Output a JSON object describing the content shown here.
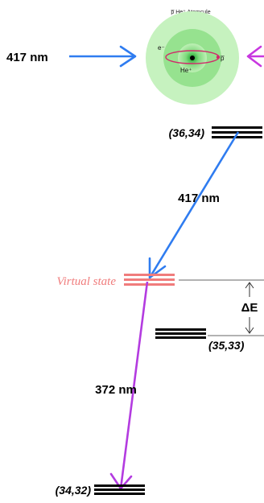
{
  "atom": {
    "title": "p̅ He⁺ Atomcule",
    "electron": "e⁻",
    "helium_ion": "He⁺",
    "antiproton": "p̅"
  },
  "laser_left": {
    "label": "417 nm",
    "color": "#2f7cf0"
  },
  "laser_right": {
    "color": "#c837e0"
  },
  "levels": {
    "upper": "(36,34)",
    "middle": "(35,33)",
    "lower": "(34,32)"
  },
  "transitions": {
    "first": {
      "label": "417 nm",
      "color": "#2f7cf0"
    },
    "second": {
      "label": "372 nm",
      "color": "#b33be0"
    }
  },
  "virtual_state": {
    "label": "Virtual state",
    "color": "#f07c7c"
  },
  "detuning": {
    "label": "ΔE"
  }
}
